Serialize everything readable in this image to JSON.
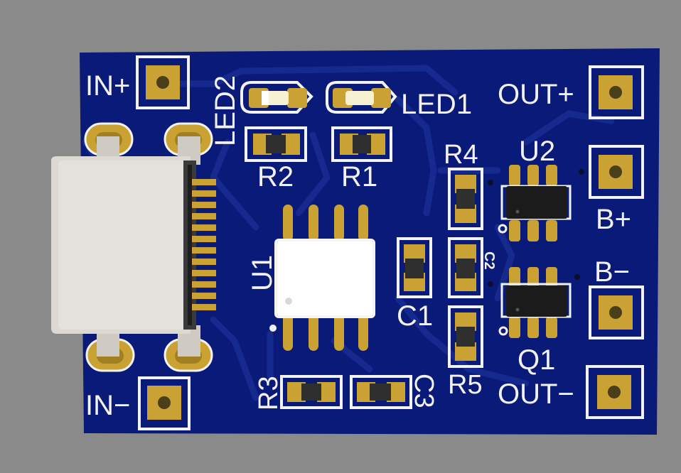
{
  "colors": {
    "background": "#8a8a8a",
    "board": "#0a1a78",
    "trace": "#13288c",
    "silkscreen": "#f2f2f2",
    "gold": "#c9a233",
    "pad_hole": "#4a3f1a",
    "connector": "#d9d5cf"
  },
  "labels": {
    "in_plus": "IN+",
    "in_minus": "IN−",
    "out_plus": "OUT+",
    "out_minus": "OUT−",
    "b_plus": "B+",
    "b_minus": "B−",
    "led1": "LED1",
    "led2": "LED2",
    "r1": "R1",
    "r2": "R2",
    "r3": "R3",
    "r4": "R4",
    "r5": "R5",
    "c1": "C1",
    "c2": "C2",
    "c3": "C3",
    "u1": "U1",
    "u2": "U2",
    "q1": "Q1"
  },
  "components": {
    "connector": "usb-c-connector",
    "u1": "soic-8-ic",
    "u2": "sot-23-6-ic",
    "q1": "sot-23-6-ic"
  }
}
